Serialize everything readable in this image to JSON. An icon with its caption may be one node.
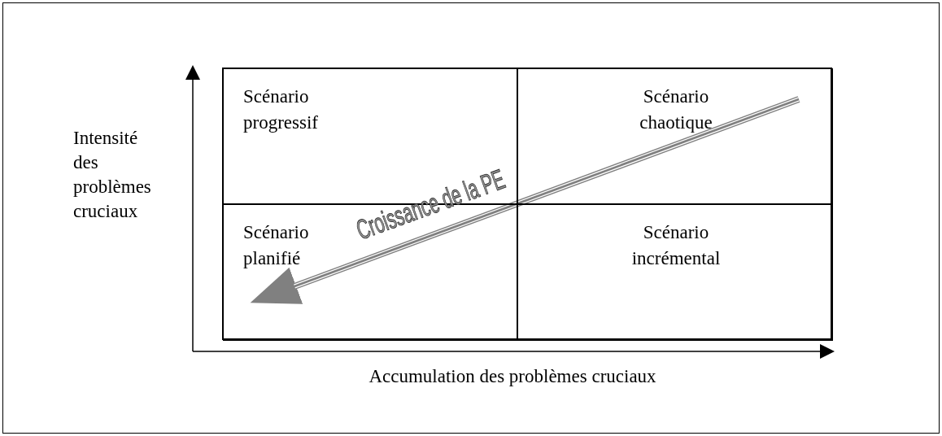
{
  "diagram": {
    "nodes": [
      {
        "text": [
          "Scénario progressif"
        ]
      },
      {
        "text": [
          "Scénario chaotique"
        ]
      },
      {
        "text": [
          "Scénario planifié"
        ]
      },
      {
        "text": [
          "Scénario incrémental"
        ]
      }
    ],
    "edges": [
      {
        "from": 1,
        "to": 2,
        "arrow": "to",
        "label": "Croissance de la PE",
        "color": "#808080"
      }
    ],
    "labels": [
      "Intensité des problèmes cruciaux",
      "Accumulation des problèmes cruciaux"
    ]
  }
}
